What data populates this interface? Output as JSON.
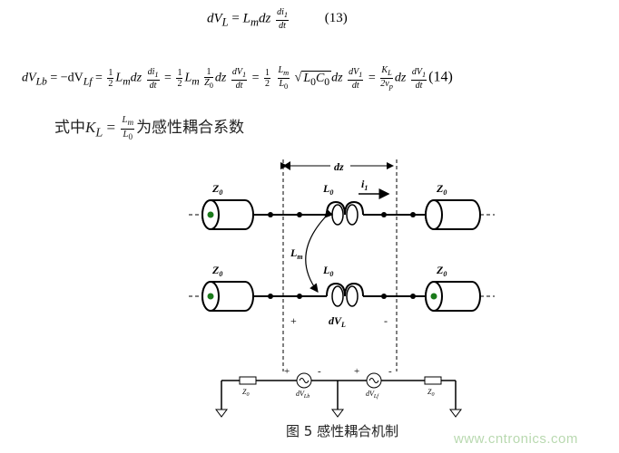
{
  "eq13": {
    "lhs": "dV",
    "lhs_sub": "L",
    "eq": "=",
    "rhs1": "L",
    "rhs1_sub": "m",
    "rhs2": "dz",
    "frac_num": "di",
    "frac_num_sub": "1",
    "frac_den": "dt",
    "number": "(13)"
  },
  "eq14": {
    "t1": "dV",
    "t1_sub": "Lb",
    "t2": "= −dV",
    "t2_sub": "Lf",
    "t3": "=",
    "half": [
      "1",
      "2"
    ],
    "lm": "L",
    "lm_sub": "m",
    "dz": "dz",
    "di1": [
      "di",
      "1",
      "dt"
    ],
    "one_over_z0": [
      "1",
      "Z",
      "0"
    ],
    "dv1": [
      "dV",
      "1",
      "dt"
    ],
    "lm_over_l0": [
      "L",
      "m",
      "L",
      "0"
    ],
    "sqrt": "L",
    "sqrt_sub1": "0",
    "sqrt_c": "C",
    "sqrt_sub2": "0",
    "kl": [
      "K",
      "L"
    ],
    "two_vp": [
      "2v",
      "p"
    ],
    "number": "(14)"
  },
  "kl_def": {
    "prefix": "式中",
    "k": "K",
    "k_sub": "L",
    "eq": "=",
    "num": "L",
    "num_sub": "m",
    "den": "L",
    "den_sub": "0",
    "suffix": "为感性耦合系数"
  },
  "diagram": {
    "dz": "dz",
    "i1": "i",
    "i1_sub": "1",
    "z0": "Z",
    "z0_sub": "0",
    "l0": "L",
    "l0_sub": "0",
    "lm": "L",
    "lm_sub": "m",
    "dvl": "dV",
    "dvl_sub": "L",
    "plus": "+",
    "minus": "-",
    "dvlb": "dV",
    "dvlb_sub": "Lb",
    "dvlf": "dV",
    "dvlf_sub": "Lf"
  },
  "caption": "图 5 感性耦合机制",
  "watermark": "www.cntronics.com",
  "colors": {
    "node_green": "#1a7a1a",
    "watermark": "#b9d9b0"
  }
}
